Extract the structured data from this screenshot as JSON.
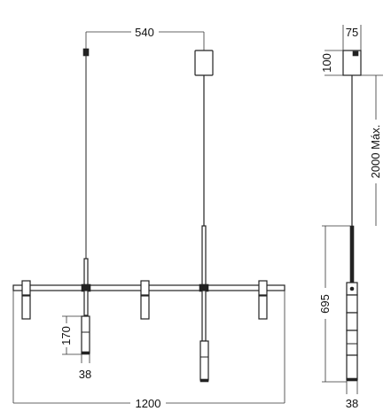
{
  "dimensions": {
    "canopy_spacing": "540",
    "canopy_width": "75",
    "canopy_height": "100",
    "max_drop": "2000 Máx.",
    "side_height": "695",
    "module_height": "170",
    "module_width_front": "38",
    "total_width": "1200",
    "module_width_side": "38"
  }
}
